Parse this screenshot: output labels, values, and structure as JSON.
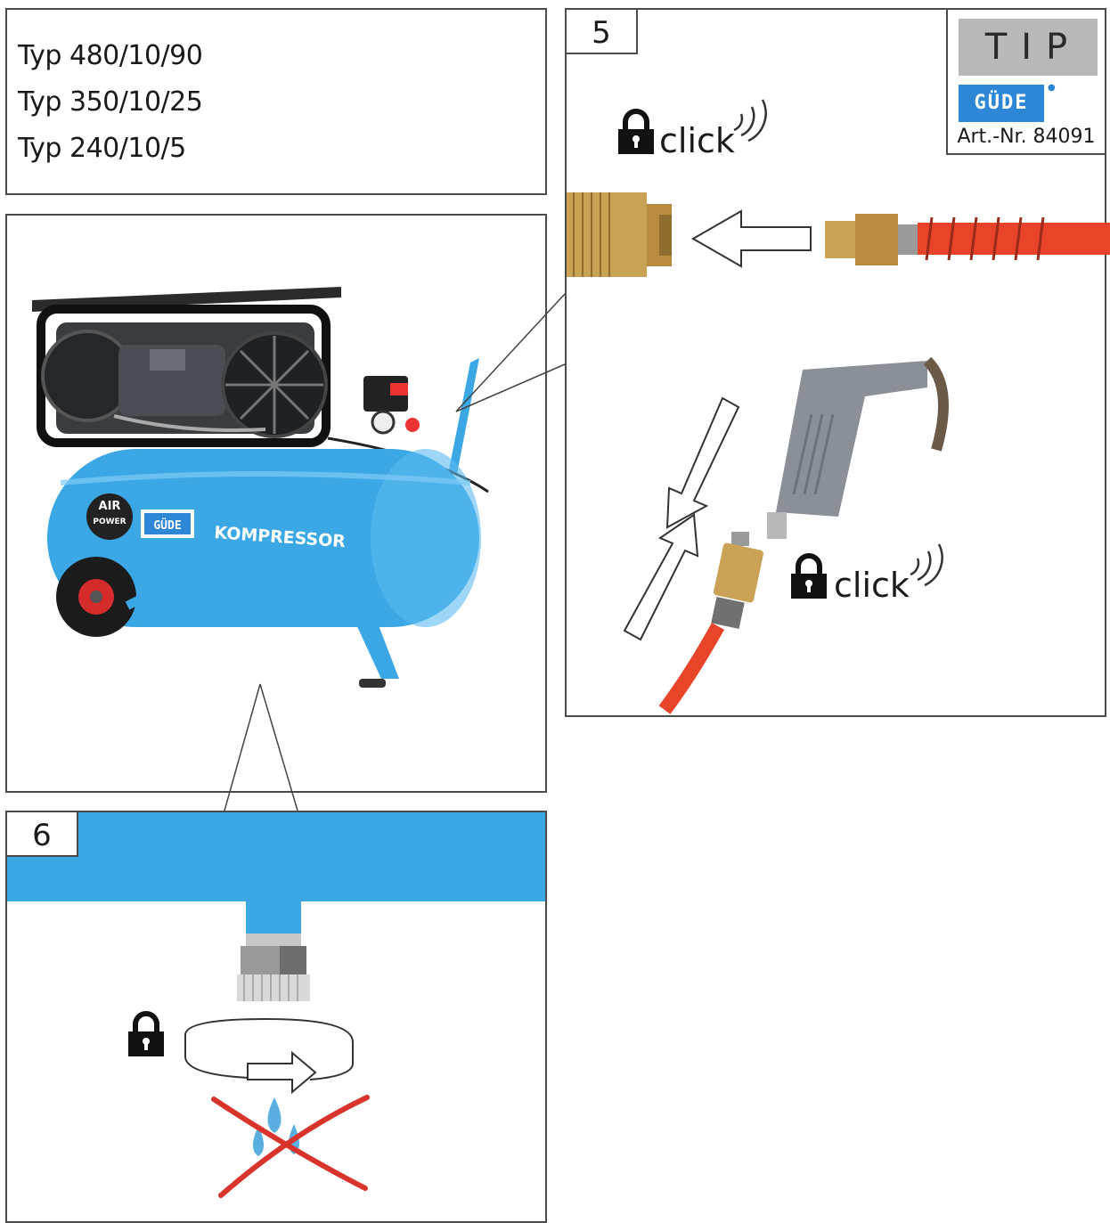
{
  "models": {
    "lines": [
      "Typ 480/10/90",
      "Typ 350/10/25",
      "Typ 240/10/5"
    ]
  },
  "photo": {
    "badge_air": "AIR",
    "badge_power": "POWER",
    "brand": "GÜDE",
    "label": "KOMPRESSOR"
  },
  "step5": {
    "number": "5",
    "click_top": "click",
    "click_bottom": "click",
    "tip": {
      "title": "TIP",
      "brand": "GÜDE",
      "article": "Art.-Nr. 84091"
    }
  },
  "step6": {
    "number": "6"
  },
  "colors": {
    "tank_blue": "#3ba7e4",
    "hose_red": "#e8442a",
    "brass": "#c9a255",
    "cross_red": "#d9342b",
    "drop_blue": "#5aaee0"
  }
}
